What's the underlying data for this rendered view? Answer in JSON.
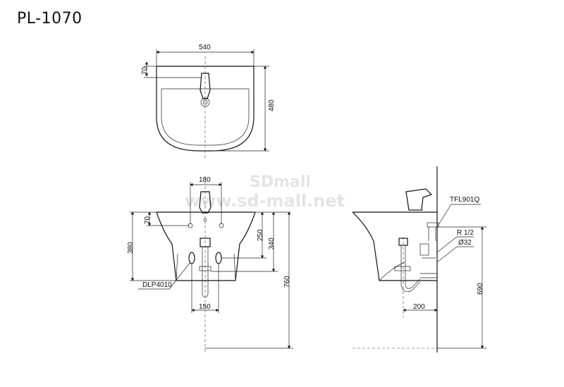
{
  "title": "PL-1070",
  "watermark": {
    "line1": "SDmall",
    "line2": "www.sd-mall.net"
  },
  "top_view": {
    "width_label": "540",
    "depth_label": "480",
    "tap_offset_label": "70"
  },
  "front_view": {
    "tap_spacing_label": "180",
    "tap_offset_label": "70",
    "height_label": "380",
    "drain_depth_label": "250",
    "trap_depth_label": "340",
    "total_height_label": "760",
    "trap_spacing_label": "150",
    "drain_callout": "DLP4010"
  },
  "side_view": {
    "valve_callout": "TFL901Q",
    "thread_callout": "R 1/2",
    "pipe_callout": "Ø32",
    "projection_label": "200",
    "height_label": "690"
  },
  "colors": {
    "line": "#111111",
    "watermark": "#e4e4e4",
    "background": "#ffffff"
  }
}
